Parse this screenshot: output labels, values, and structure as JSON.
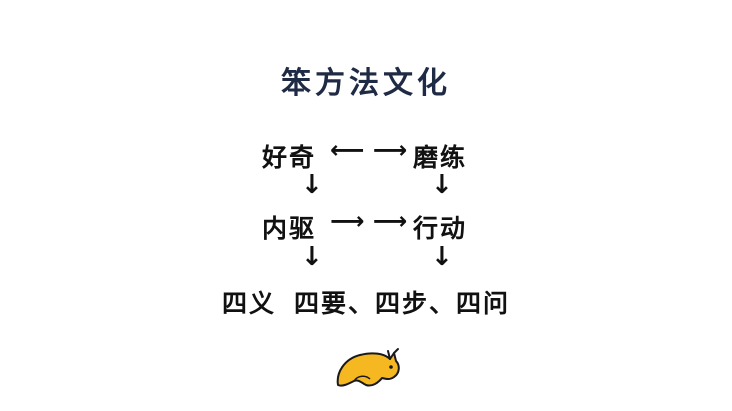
{
  "title": "笨方法文化",
  "nodes": {
    "curiosity": "好奇",
    "practice": "磨练",
    "drive": "内驱",
    "action": "行动"
  },
  "arrows": {
    "bidirectional": "⟵ ⟶",
    "right": "⟶ ⟶",
    "down": "↓"
  },
  "bottom": {
    "part1": "四义",
    "part2": "四要、四步、四问"
  },
  "colors": {
    "title": "#1f2a44",
    "logo_fill": "#f6b820",
    "logo_stroke": "#1a1a1a"
  },
  "icons": {
    "logo": "bull-logo-icon"
  }
}
